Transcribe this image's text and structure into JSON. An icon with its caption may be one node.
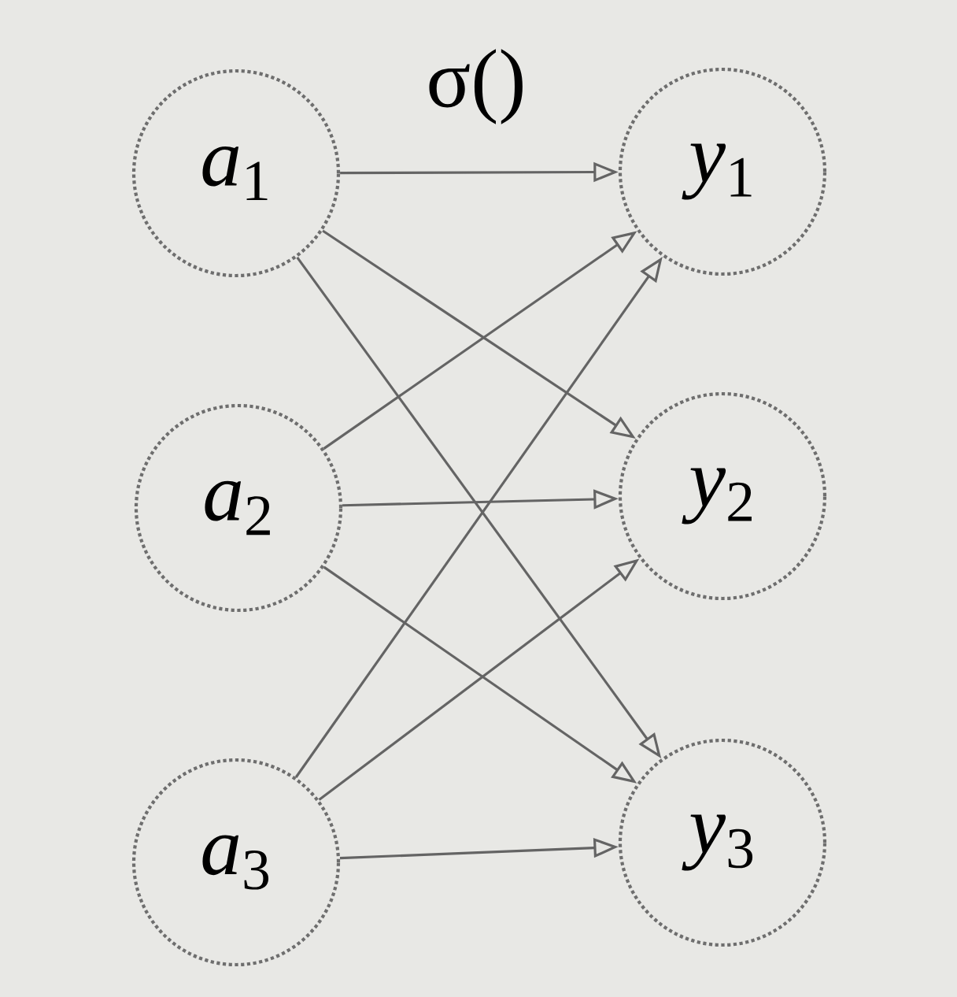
{
  "diagram": {
    "nodes": [
      {
        "text": [
          "*a*$_{1}$"
        ]
      },
      {
        "text": [
          "*a*$_{2}$"
        ]
      },
      {
        "text": [
          "*a*$_{3}$"
        ]
      },
      {
        "text": [
          "*y*$_{1}$"
        ]
      },
      {
        "text": [
          "*y*$_{2}$"
        ]
      },
      {
        "text": [
          "*y*$_{3}$"
        ]
      }
    ],
    "edges": [
      {
        "from": 0,
        "to": 3,
        "arrow": "to"
      },
      {
        "from": 0,
        "to": 4,
        "arrow": "to"
      },
      {
        "from": 0,
        "to": 5,
        "arrow": "to"
      },
      {
        "from": 1,
        "to": 3,
        "arrow": "to"
      },
      {
        "from": 1,
        "to": 4,
        "arrow": "to"
      },
      {
        "from": 1,
        "to": 5,
        "arrow": "to"
      },
      {
        "from": 2,
        "to": 3,
        "arrow": "to"
      },
      {
        "from": 2,
        "to": 4,
        "arrow": "to"
      },
      {
        "from": 2,
        "to": 5,
        "arrow": "to"
      }
    ],
    "labels": [
      "σ()"
    ]
  }
}
